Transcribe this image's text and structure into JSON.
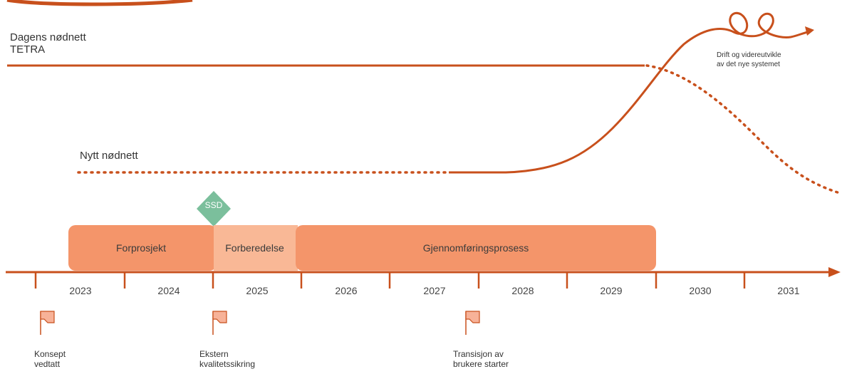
{
  "lines": {
    "current": {
      "label_line1": "Dagens nødnett",
      "label_line2": "TETRA"
    },
    "new": {
      "label": "Nytt nødnett"
    },
    "annotation": {
      "line1": "Drift og videreutvikle",
      "line2": "av det nye systemet"
    }
  },
  "badge": {
    "label": "SSD"
  },
  "phases": [
    {
      "label": "Forprosjekt"
    },
    {
      "label": "Forberedelse"
    },
    {
      "label": "Gjennomføringsprosess"
    }
  ],
  "years": [
    "2023",
    "2024",
    "2025",
    "2026",
    "2027",
    "2028",
    "2029",
    "2030",
    "2031"
  ],
  "milestones": [
    {
      "line1": "Konsept",
      "line2": "vedtatt"
    },
    {
      "line1": "Ekstern",
      "line2": "kvalitetssikring"
    },
    {
      "line1": "Transisjon av",
      "line2": "brukere starter"
    }
  ],
  "colors": {
    "accent": "#c8501c",
    "phase_main": "#f4956a",
    "phase_light": "#f9b896",
    "badge": "#7bbf9c",
    "flag": "#f7b298"
  }
}
